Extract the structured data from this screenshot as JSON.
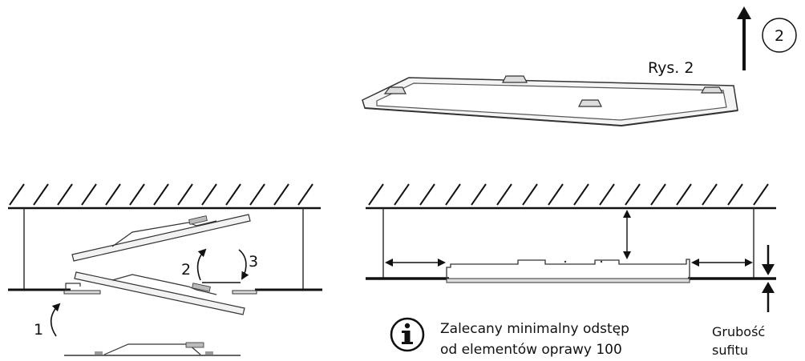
{
  "figure_label": "Rys. 2",
  "step_badge": "2",
  "steps": {
    "one": "1",
    "two": "2",
    "three": "3"
  },
  "note": {
    "line1": "Zalecany minimalny odstęp",
    "line2": "od elementów oprawy 100",
    "icon": "info-icon"
  },
  "thickness_label": {
    "line1": "Grubość",
    "line2": "sufitu"
  },
  "colors": {
    "ink": "#111111",
    "frame": "#555555",
    "fill": "#eeeeee"
  }
}
